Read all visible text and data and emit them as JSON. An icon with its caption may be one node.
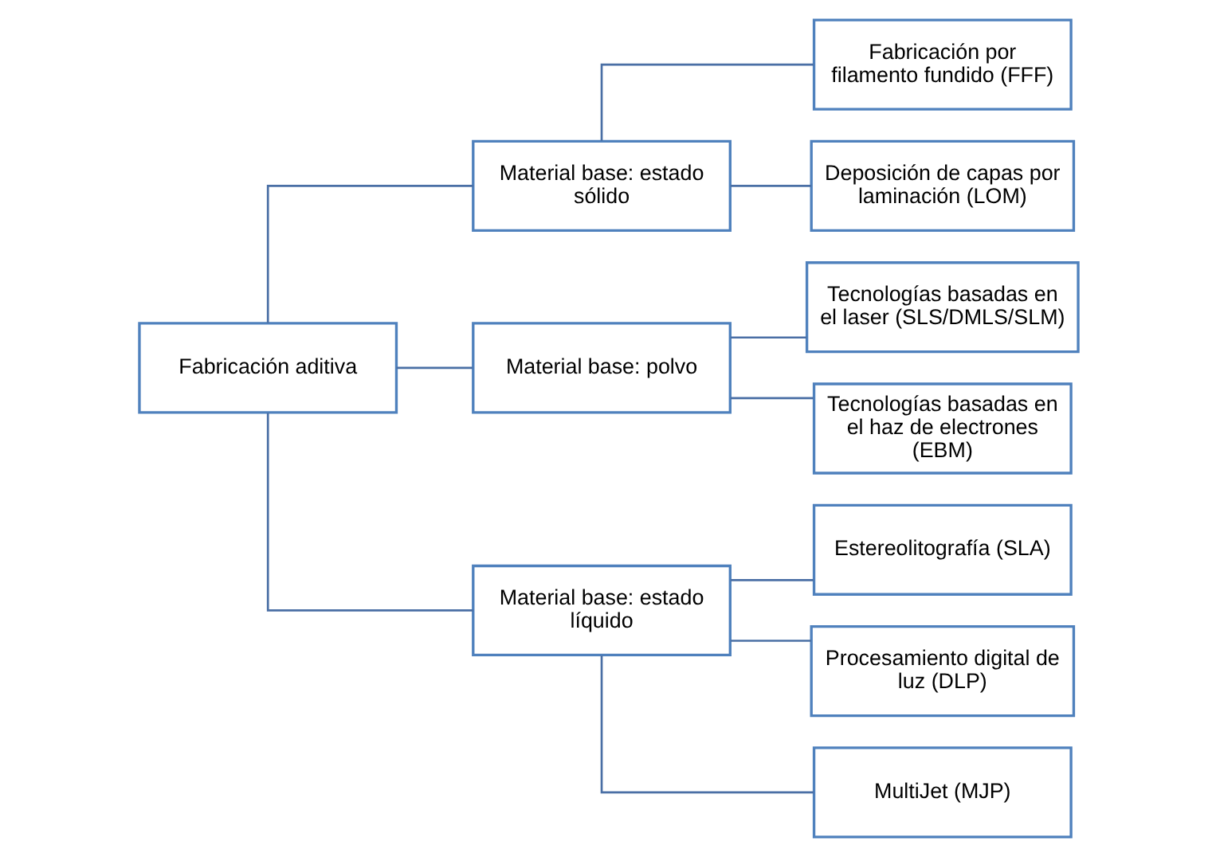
{
  "diagram": {
    "nodes": [
      {
        "text": [
          "Fabricación aditiva"
        ]
      },
      {
        "text": [
          "Material base: estado sólido"
        ]
      },
      {
        "text": [
          "Fabricación por filamento fundido (FFF)"
        ]
      },
      {
        "text": [
          "Deposición de capas por laminación (LOM)"
        ]
      },
      {
        "text": [
          "Material base: polvo"
        ]
      },
      {
        "text": [
          "Tecnologías basadas en el laser (SLS/DMLS/SLM)"
        ]
      },
      {
        "text": [
          "Tecnologías basadas en el haz de electrones (EBM)"
        ]
      },
      {
        "text": [
          "Material base: estado líquido"
        ]
      },
      {
        "text": [
          "Estereolitografía (SLA)"
        ]
      },
      {
        "text": [
          "Procesamiento digital de luz (DLP)"
        ]
      },
      {
        "text": [
          "MultiJet (MJP)"
        ]
      }
    ],
    "edges": [
      {
        "from": 0,
        "to": 1,
        "arrow": "none"
      },
      {
        "from": 0,
        "to": 4,
        "arrow": "none"
      },
      {
        "from": 0,
        "to": 7,
        "arrow": "none"
      },
      {
        "from": 1,
        "to": 2,
        "arrow": "none"
      },
      {
        "from": 1,
        "to": 3,
        "arrow": "none"
      },
      {
        "from": 4,
        "to": 5,
        "arrow": "none"
      },
      {
        "from": 4,
        "to": 6,
        "arrow": "none"
      },
      {
        "from": 7,
        "to": 8,
        "arrow": "none"
      },
      {
        "from": 7,
        "to": 9,
        "arrow": "none"
      },
      {
        "from": 7,
        "to": 10,
        "arrow": "none"
      }
    ]
  }
}
